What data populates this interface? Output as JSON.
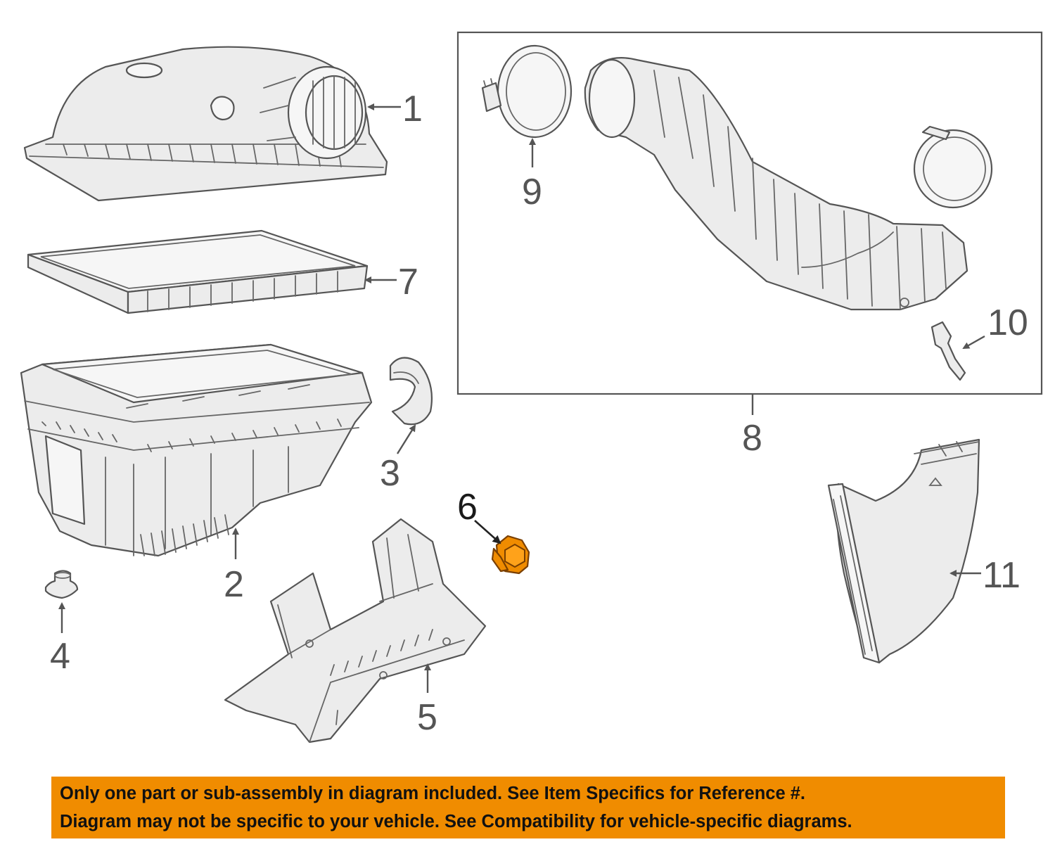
{
  "callouts": {
    "c1": "1",
    "c2": "2",
    "c3": "3",
    "c4": "4",
    "c5": "5",
    "c6": "6",
    "c7": "7",
    "c8": "8",
    "c9": "9",
    "c10": "10",
    "c11": "11"
  },
  "highlighted_part": "6",
  "colors": {
    "highlight": "#f08c00",
    "banner": "#f08c00",
    "line_art": "#555555"
  },
  "banner": {
    "line1": "Only one part or sub-assembly in diagram included. See Item Specifics for Reference #.",
    "line2": "Diagram may not be specific to your vehicle. See Compatibility for vehicle-specific diagrams."
  }
}
